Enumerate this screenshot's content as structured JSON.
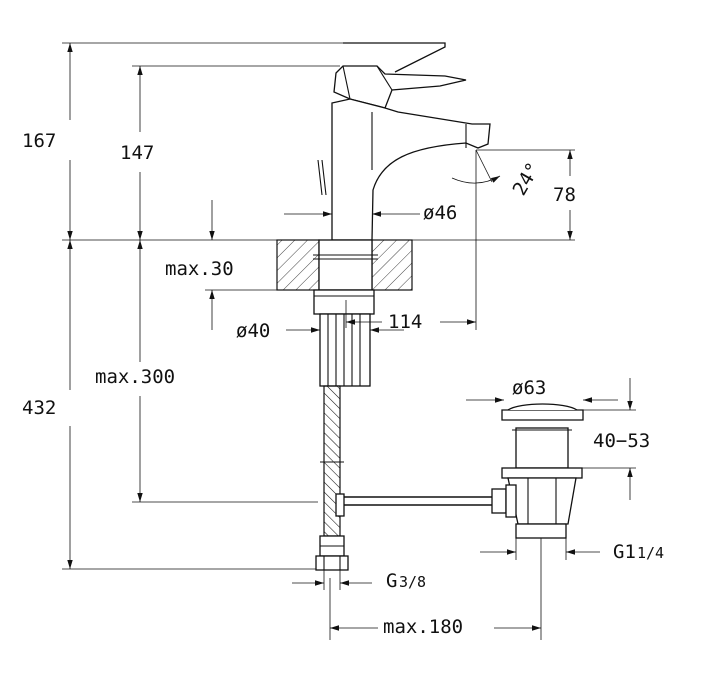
{
  "dimensions": {
    "height_total": "167",
    "height_spout_top": "147",
    "spout_height": "78",
    "spout_angle": "24°",
    "base_diameter": "ø46",
    "max_deck_thickness": "max.30",
    "shank_diameter": "ø40",
    "spout_reach": "114",
    "max_hose_length": "max.300",
    "total_below_length": "432",
    "waste_diameter": "ø63",
    "waste_adjust": "40−53",
    "waste_thread": "G1",
    "waste_thread_fraction": "1/4",
    "supply_thread": "G",
    "supply_thread_fraction": "3/8",
    "max_pop_up_distance": "max.180"
  },
  "colors": {
    "line": "#111111",
    "background": "#ffffff"
  }
}
